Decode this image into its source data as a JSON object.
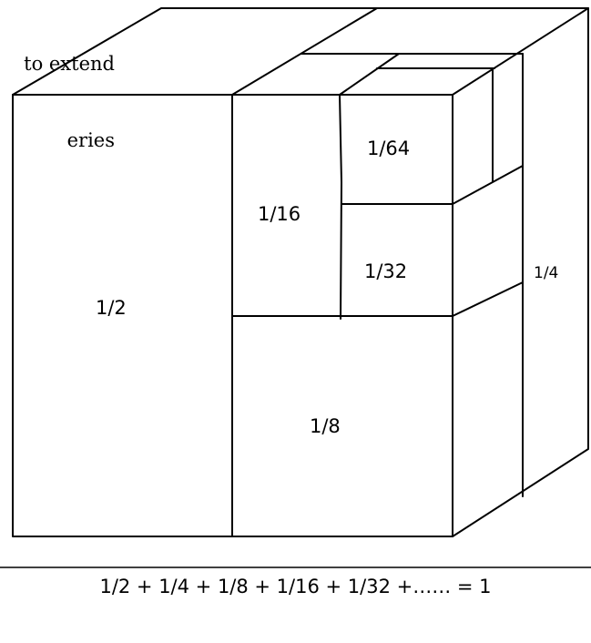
{
  "top_text": {
    "line1": "to extend",
    "line2": "eries"
  },
  "labels": {
    "half": "1/2",
    "quarter": "1/4",
    "eighth": "1/8",
    "sixteenth": "1/16",
    "thirty_second": "1/32",
    "sixty_fourth": "1/64"
  },
  "formula": "1/2 + 1/4 + 1/8 + 1/16 + 1/32 +…… = 1"
}
